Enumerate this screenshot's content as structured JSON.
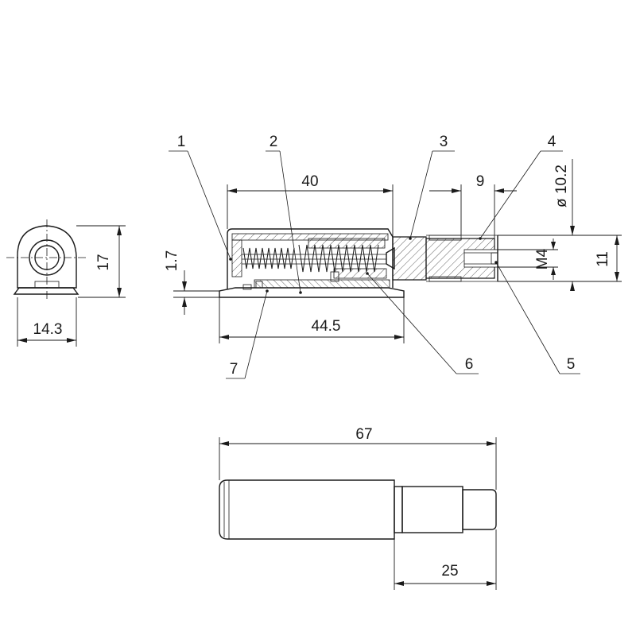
{
  "dimensions": {
    "width_side": "14.3",
    "height_side": "17",
    "length_body": "40",
    "length_total_section": "44.5",
    "offset_small": "1.7",
    "stud_length": "9",
    "diameter": "ø 10.2",
    "thread": "M4",
    "height_section": "11",
    "length_overall": "67",
    "stud_total": "25"
  },
  "callouts": [
    "1",
    "2",
    "3",
    "4",
    "5",
    "6",
    "7"
  ]
}
